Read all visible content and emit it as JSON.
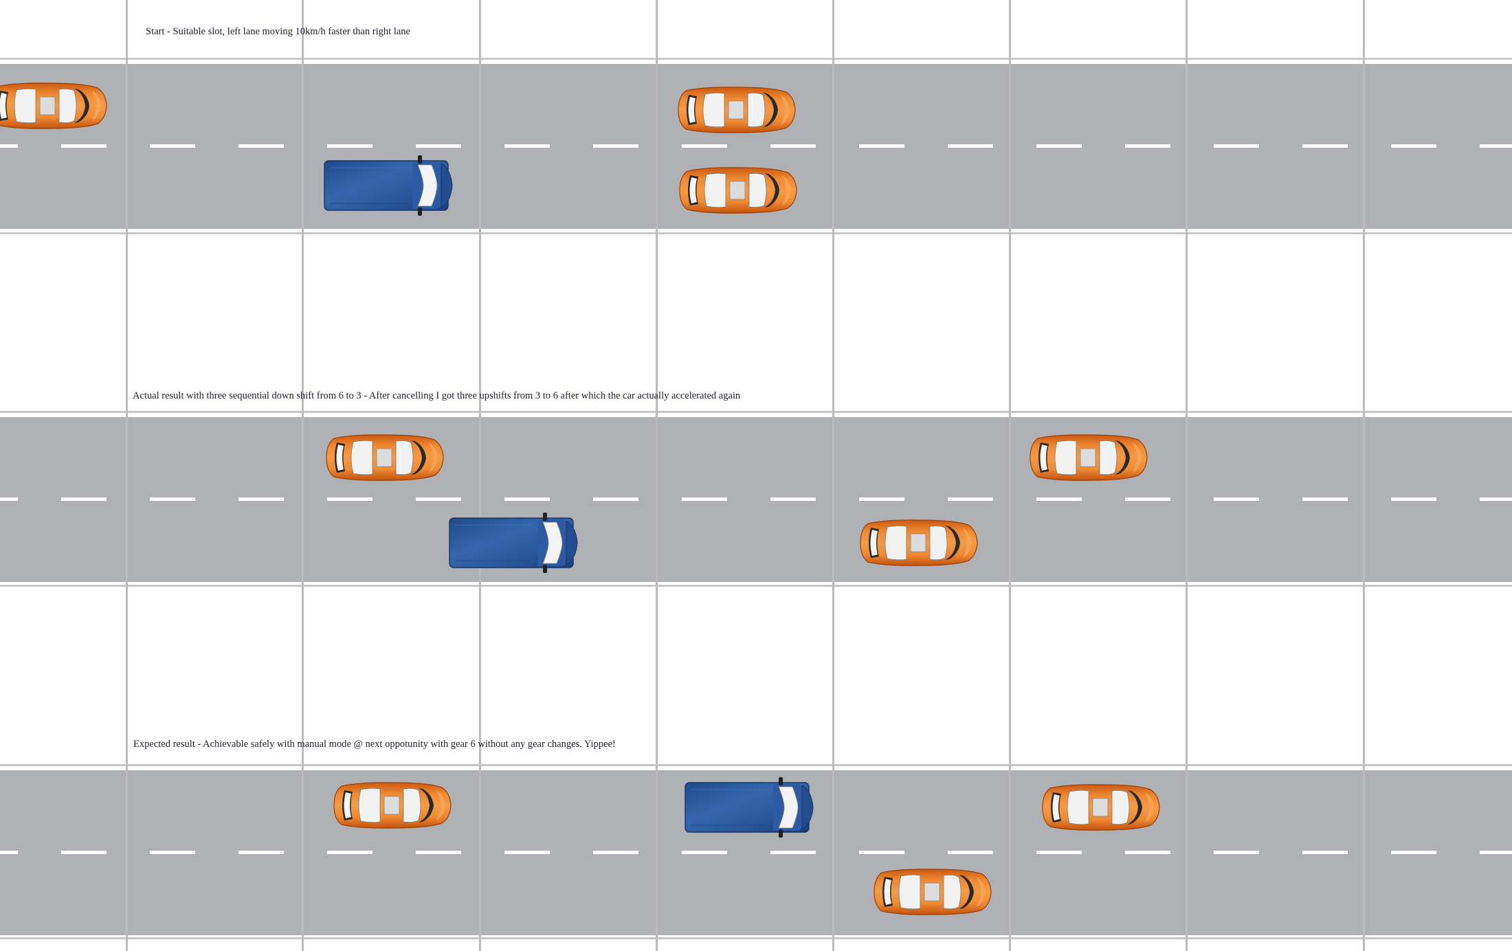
{
  "captions": {
    "start": "Start - Suitable slot, left lane moving 10km/h faster than right lane",
    "actual": "Actual result with three sequential down shift from 6 to 3 - After cancelling I got three upshifts from 3 to 6 after which the car actually accelerated again",
    "expected": "Expected result - Achievable safely with manual mode @ next oppotunity with gear 6 without any gear changes. Yippee!"
  },
  "colors": {
    "road": "#b0b1b5",
    "car": "#e8731f",
    "van": "#2a5496",
    "lane_marking": "#ffffff"
  },
  "vehicle_types": {
    "car": "orange-car-icon",
    "van": "blue-van-icon"
  }
}
